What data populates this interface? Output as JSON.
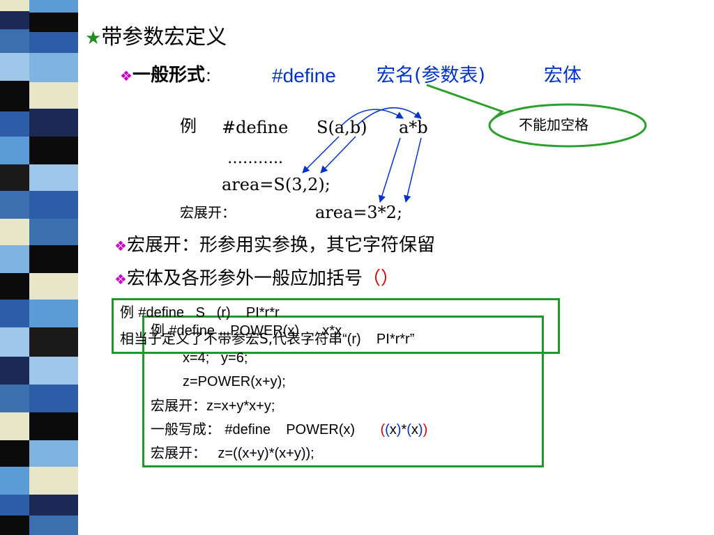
{
  "colors": {
    "accent_blue": "#0033cc",
    "box_green": "#1f9a2a",
    "callout_green": "#2aa02a",
    "red": "#dd0000",
    "bullet_magenta": "#cc00cc",
    "star_green": "#1e8c1e"
  },
  "title": {
    "icon": "star-icon",
    "text": "带参数宏定义"
  },
  "general_form": {
    "bullet_icon": "diamond-bullet-icon",
    "label": "一般形式",
    "sep": "：",
    "define_kw": "#define",
    "macro_name": "宏名(参数表)",
    "macro_body": "宏体"
  },
  "callout": {
    "text": "不能加空格"
  },
  "example1": {
    "label": "例",
    "define_line": "#define",
    "macro_sig": "S(a,b)",
    "macro_body": "a*b",
    "dots": "………..",
    "usage": "area=S(3,2);",
    "expand_label": "宏展开：",
    "expanded": "area=3*2;"
  },
  "bullets": [
    {
      "icon": "diamond-bullet-icon",
      "text": "宏展开：形参用实参换，其它字符保留"
    },
    {
      "icon": "diamond-bullet-icon",
      "text": "宏体及各形参外一般应加括号",
      "paren": "（）"
    }
  ],
  "box1": {
    "line1_label": "例",
    "line1_code": "#define   S   (r)    PI*r*r",
    "line2_text": "相当于定义了不带参宏S,代表字符串",
    "line2_quote": "“(r)    PI*r*r”"
  },
  "box2": {
    "line1_label": "例",
    "line1_code": "#define    POWER(x)      x*x",
    "line2": "x=4;   y=6;",
    "line3": "z=POWER(x+y);",
    "line4_label": "宏展开：",
    "line4_code": "z=x+y*x+y;",
    "line5_label": "一般写成：",
    "line5_code": "#define    POWER(x)",
    "line5_expr": [
      "(",
      "(",
      "x",
      ")",
      "*",
      "(",
      "x",
      ")",
      ")"
    ],
    "line6_label": "宏展开：",
    "line6_code": "z=((x+y)*(x+y));"
  }
}
